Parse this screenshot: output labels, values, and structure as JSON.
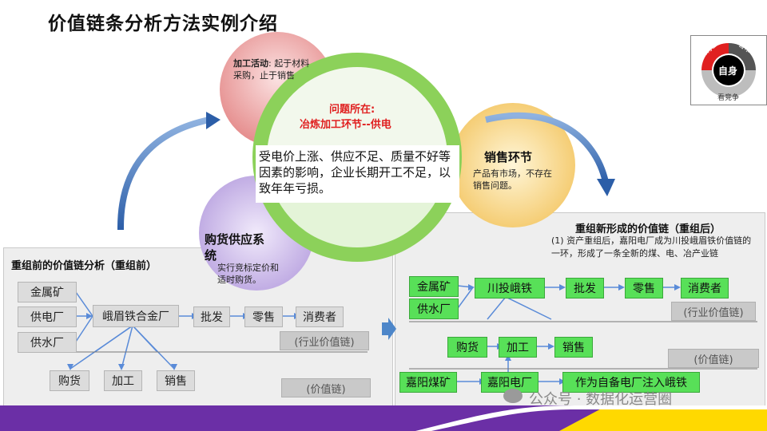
{
  "title": "价值链条分析方法实例介绍",
  "compass": {
    "top_left": "看行业",
    "top_right": "看市场",
    "bottom": "看竞争",
    "center": "自身"
  },
  "circle_processing": {
    "title": "加工活动",
    "text": ": 起于材料采购，止于销售"
  },
  "circle_sales": {
    "title": "销售环节",
    "text": "产品有市场，不存在销售问题。"
  },
  "circle_purchase": {
    "title": "购货供应系统",
    "text": "实行竞标定价和适时购货。"
  },
  "center_circle": {
    "problem_label": "问题所在:",
    "problem_detail": "冶炼加工环节--供电",
    "description": "受电价上涨、供应不足、质量不好等因素的影响，企业长期开工不足，以致年年亏损。"
  },
  "before": {
    "heading": "重组前的价值链分析（重组前）",
    "sources": [
      "金属矿",
      "供电厂",
      "供水厂"
    ],
    "main": "峨眉铁合金厂",
    "chain": [
      "批发",
      "零售",
      "消费者"
    ],
    "functions": [
      "购货",
      "加工",
      "销售"
    ],
    "industry_tag": "(行业价值链)",
    "value_tag": "(价值链)"
  },
  "after": {
    "heading": "重组新形成的价值链（重组后）",
    "description": "(1) 资产重组后，嘉阳电厂成为川投峨眉铁价值链的一环，形成了一条全新的煤、电、冶产业链",
    "sources": [
      "金属矿",
      "供水厂"
    ],
    "main": "川投峨铁",
    "chain": [
      "批发",
      "零售",
      "消费者"
    ],
    "industry_tag": "(行业价值链)",
    "functions": [
      "购货",
      "加工",
      "销售"
    ],
    "value_tag": "(价值链)",
    "bottom_chain": [
      "嘉阳煤矿",
      "嘉阳电厂",
      "作为自备电厂注入峨铁"
    ]
  },
  "watermark": "公众号 · 数据化运营圈"
}
